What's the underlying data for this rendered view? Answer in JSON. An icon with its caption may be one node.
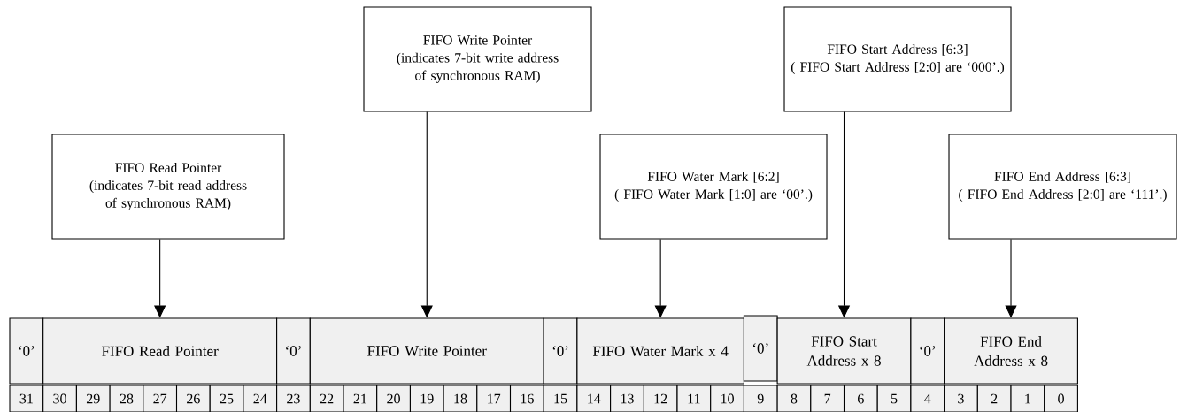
{
  "diagram": {
    "nodes": [
      {
        "text": [
          "FIFO Read Pointer",
          "(indicates 7-bit read address of synchronous RAM)"
        ]
      },
      {
        "text": [
          "FIFO Write Pointer",
          "(indicates 7-bit write address of synchronous RAM)"
        ]
      },
      {
        "text": [
          "FIFO Water Mark [6:2]",
          "( FIFO Water Mark [1:0] are ‘00’.)"
        ]
      },
      {
        "text": [
          "FIFO Start Address [6:3]",
          "( FIFO Start Address [2:0] are  ‘000’.)"
        ]
      },
      {
        "text": [
          "FIFO End Address [6:3]",
          "( FIFO End Address [2:0] are  ‘111’.)"
        ]
      },
      {
        "text": [
          "‘0’"
        ]
      },
      {
        "text": [
          "FIFO Read Pointer"
        ]
      },
      {
        "text": [
          "‘0’"
        ]
      },
      {
        "text": [
          "FIFO Write Pointer"
        ]
      },
      {
        "text": [
          "‘0’"
        ]
      },
      {
        "text": [
          "FIFO Water Mark x 4"
        ]
      },
      {
        "text": [
          "‘0’"
        ]
      },
      {
        "text": [
          "FIFO Start Address x 8"
        ]
      },
      {
        "text": [
          "‘0’"
        ]
      },
      {
        "text": [
          "FIFO End Address x 8"
        ]
      }
    ],
    "edges": [
      {
        "from": 0,
        "to": 6,
        "arrow": "to"
      },
      {
        "from": 1,
        "to": 8,
        "arrow": "to"
      },
      {
        "from": 2,
        "to": 10,
        "arrow": "to"
      },
      {
        "from": 3,
        "to": 12,
        "arrow": "to"
      },
      {
        "from": 4,
        "to": 14,
        "arrow": "to"
      }
    ],
    "labels": [
      "31",
      "30",
      "29",
      "28",
      "27",
      "26",
      "25",
      "24",
      "23",
      "22",
      "21",
      "20",
      "19",
      "18",
      "17",
      "16",
      "15",
      "14",
      "13",
      "12",
      "11",
      "10",
      "9",
      "8",
      "7",
      "6",
      "5",
      "4",
      "3",
      "2",
      "1",
      "0"
    ]
  }
}
